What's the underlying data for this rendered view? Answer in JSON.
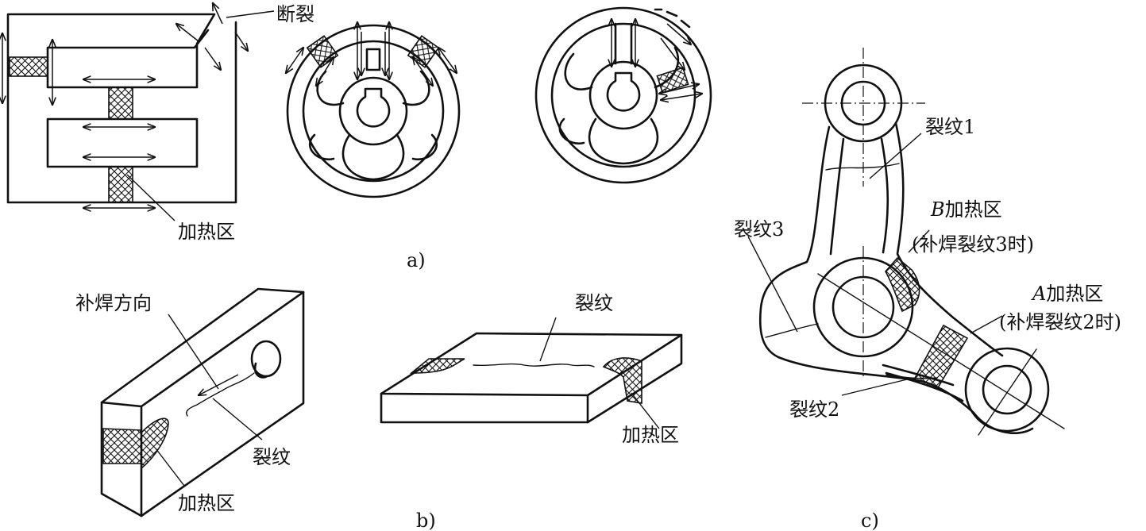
{
  "labels": {
    "fracture": "断裂",
    "heating_zone": "加热区",
    "repair_weld_direction": "补焊方向",
    "crack": "裂纹",
    "crack_1": "裂纹1",
    "crack_2": "裂纹2",
    "crack_3": "裂纹3",
    "b_heating_zone_letter": "B",
    "b_heating_zone_text": "加热区",
    "b_heating_zone_note": "(补焊裂纹3时)",
    "a_heating_zone_letter": "A",
    "a_heating_zone_text": "加热区",
    "a_heating_zone_note": "(补焊裂纹2时)"
  },
  "captions": {
    "a": "a)",
    "b": "b)",
    "c": "c)"
  }
}
